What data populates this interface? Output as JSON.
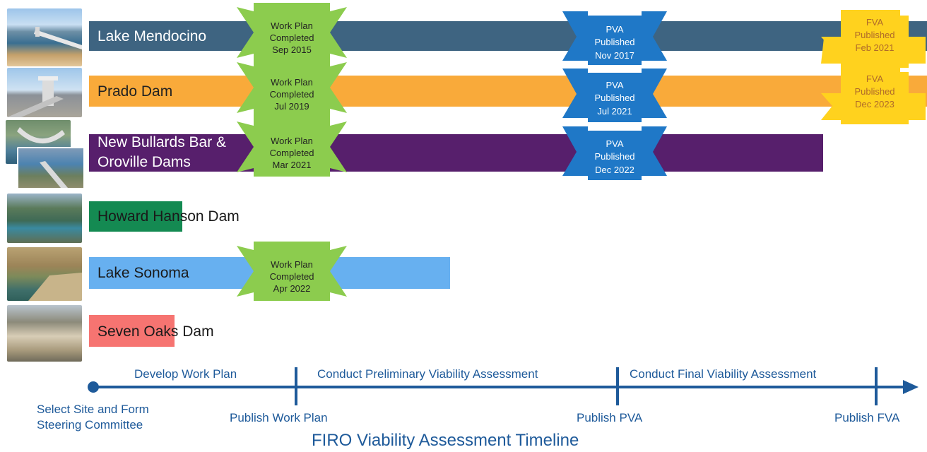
{
  "dams": [
    {
      "label": "Lake Mendocino",
      "color": "#3e6481",
      "text_color": "#ffffff",
      "work_plan": {
        "line1": "Work Plan",
        "line2": "Completed",
        "line3": "Sep 2015"
      },
      "pva": {
        "line1": "PVA",
        "line2": "Published",
        "line3": "Nov 2017"
      },
      "fva": {
        "line1": "FVA",
        "line2": "Published",
        "line3": "Feb 2021"
      }
    },
    {
      "label": "Prado Dam",
      "color": "#f9aa3a",
      "text_color": "#222222",
      "work_plan": {
        "line1": "Work Plan",
        "line2": "Completed",
        "line3": "Jul 2019"
      },
      "pva": {
        "line1": "PVA",
        "line2": "Published",
        "line3": "Jul 2021"
      },
      "fva": {
        "line1": "FVA",
        "line2": "Published",
        "line3": "Dec 2023"
      }
    },
    {
      "label_line1": "New Bullards Bar &",
      "label_line2": "Oroville Dams",
      "color": "#571f6c",
      "text_color": "#ffffff",
      "work_plan": {
        "line1": "Work Plan",
        "line2": "Completed",
        "line3": "Mar 2021"
      },
      "pva": {
        "line1": "PVA",
        "line2": "Published",
        "line3": "Dec 2022"
      }
    },
    {
      "label": "Howard Hanson Dam",
      "color": "#148a52",
      "text_color": "#1a1a1a"
    },
    {
      "label": "Lake Sonoma",
      "color": "#67b0f0",
      "text_color": "#1a1a1a",
      "work_plan": {
        "line1": "Work Plan",
        "line2": "Completed",
        "line3": "Apr 2022"
      }
    },
    {
      "label": "Seven Oaks Dam",
      "color": "#f67471",
      "text_color": "#1a1a1a"
    }
  ],
  "timeline": {
    "phases": [
      "Develop Work Plan",
      "Conduct Preliminary Viability Assessment",
      "Conduct Final Viability Assessment"
    ],
    "start_line1": "Select Site and Form",
    "start_line2": "Steering Committee",
    "milestones": [
      "Publish Work Plan",
      "Publish PVA",
      "Publish FVA"
    ],
    "caption": "FIRO Viability Assessment Timeline",
    "color": "#1e5a9a"
  },
  "badge_colors": {
    "work_plan": "#8ccc4e",
    "pva": "#1f78c7",
    "fva": "#ffd21e"
  }
}
